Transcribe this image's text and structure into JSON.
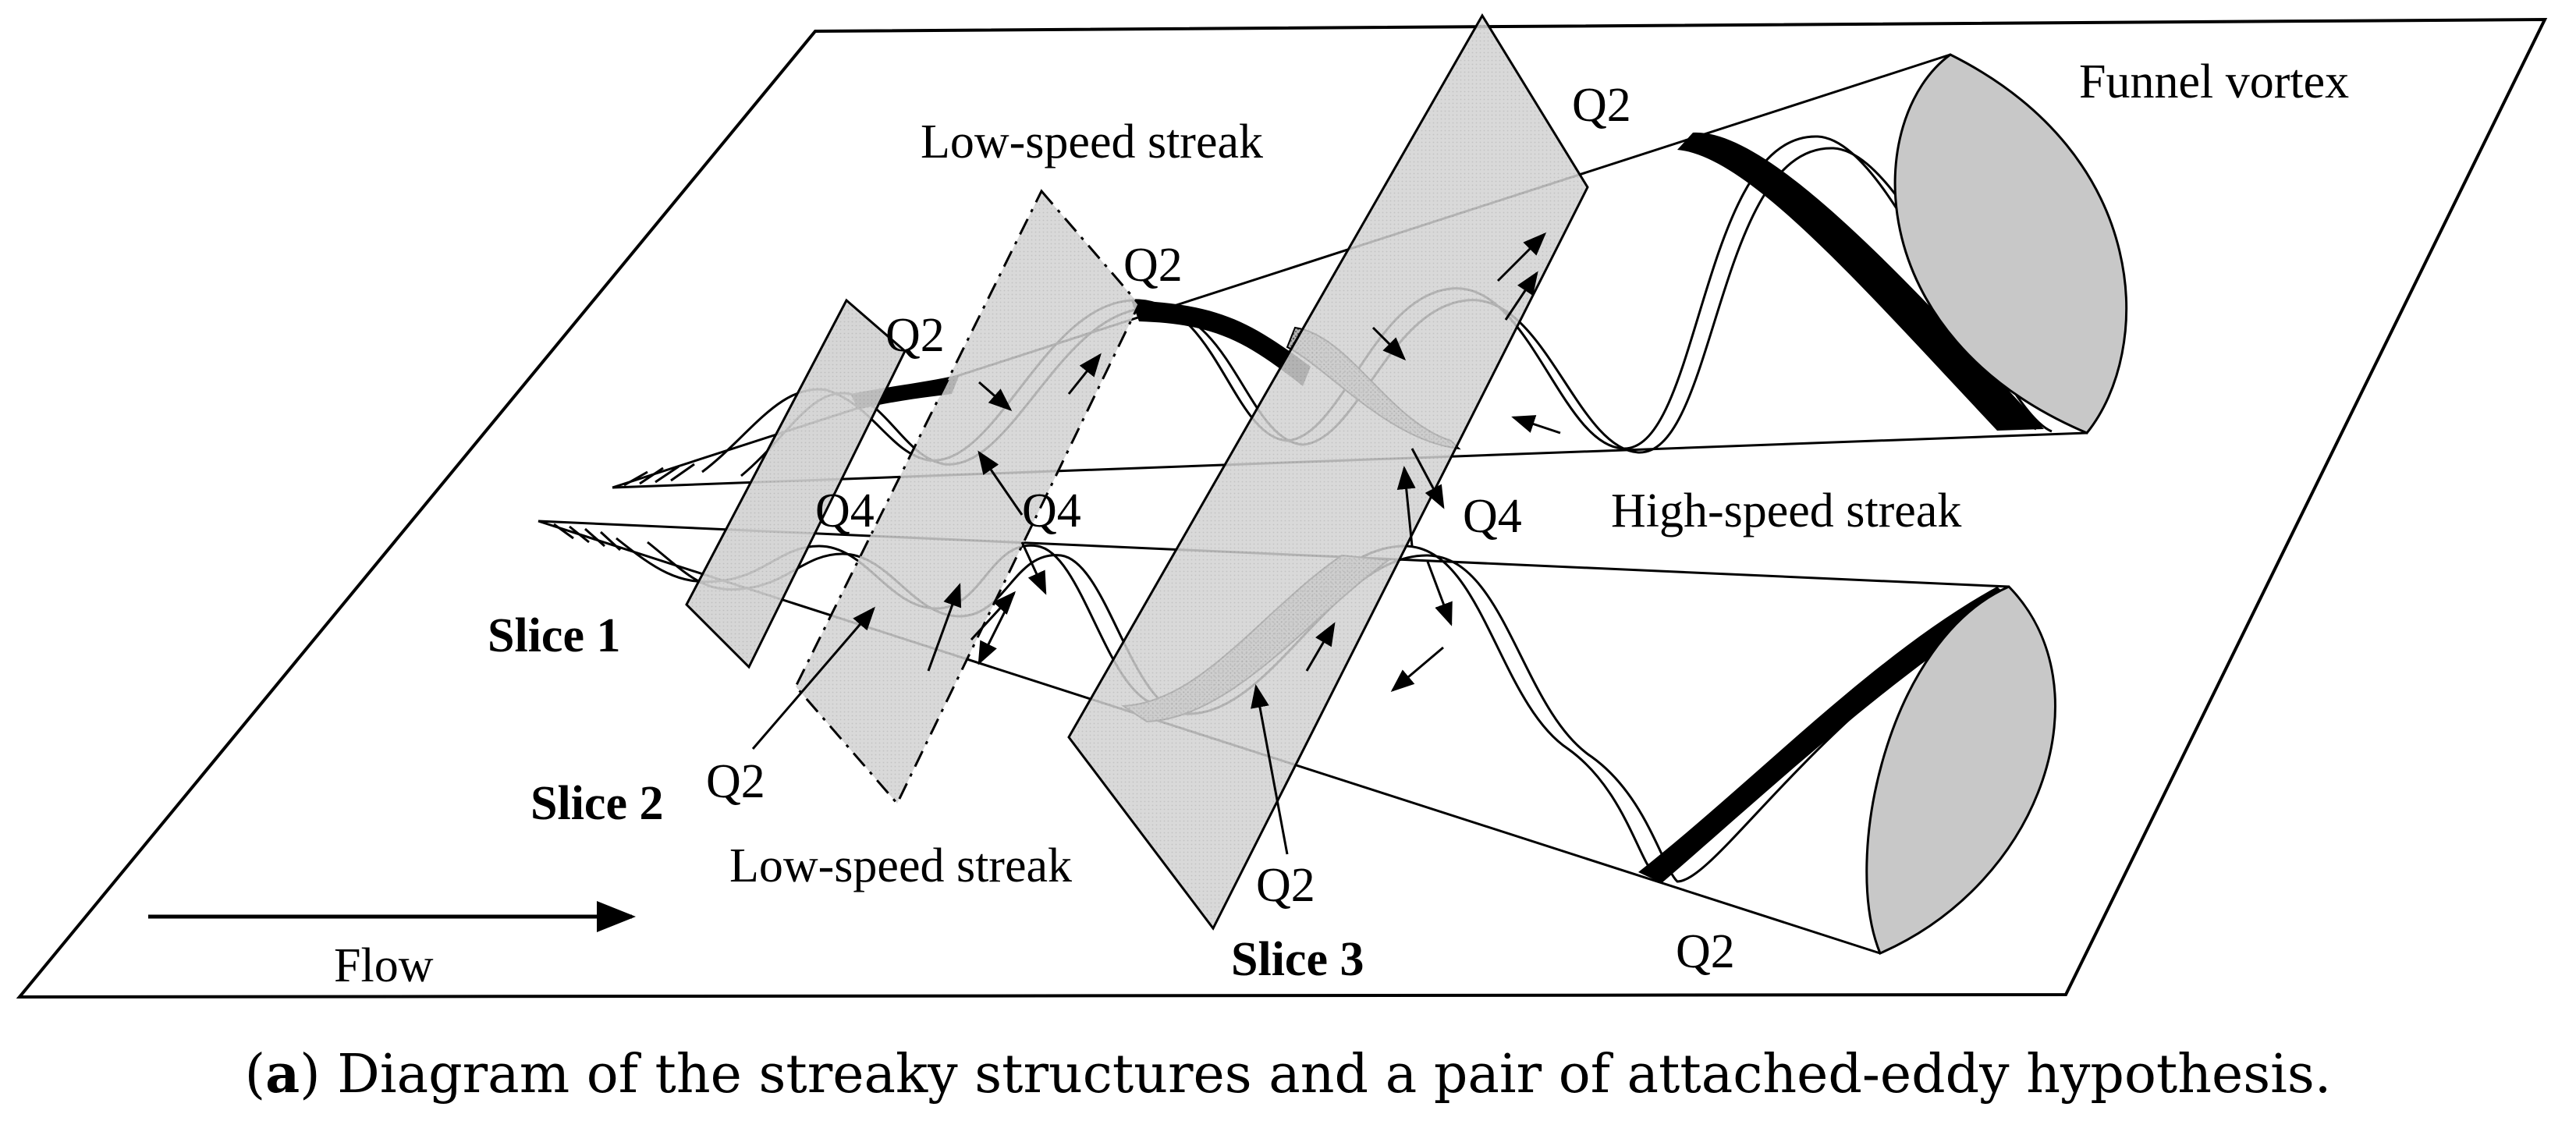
{
  "labels": {
    "funnel_vortex": "Funnel vortex",
    "low_speed_streak_top": "Low-speed streak",
    "low_speed_streak_bottom": "Low-speed streak",
    "high_speed_streak": "High-speed streak",
    "flow": "Flow",
    "slice1": "Slice 1",
    "slice2": "Slice 2",
    "slice3": "Slice 3",
    "q2_slice3_top": "Q2",
    "q2_slice2_top": "Q2",
    "q2_slice1_top": "Q2",
    "q4_slice1": "Q4",
    "q4_slice2": "Q4",
    "q4_slice3": "Q4",
    "q2_slice2_bottom": "Q2",
    "q2_slice3_bottom": "Q2",
    "q2_cone_bottom": "Q2"
  },
  "caption": {
    "prefix_open": "(",
    "prefix_letter": "a",
    "prefix_close": ")",
    "text": " Diagram of the streaky structures and a pair of attached-eddy hypothesis."
  },
  "colors": {
    "slice_fill": "#cfcfcf",
    "cap_fill": "#c8c8c8",
    "band_fill": "#000000",
    "stipple": "#8c8c8c"
  }
}
